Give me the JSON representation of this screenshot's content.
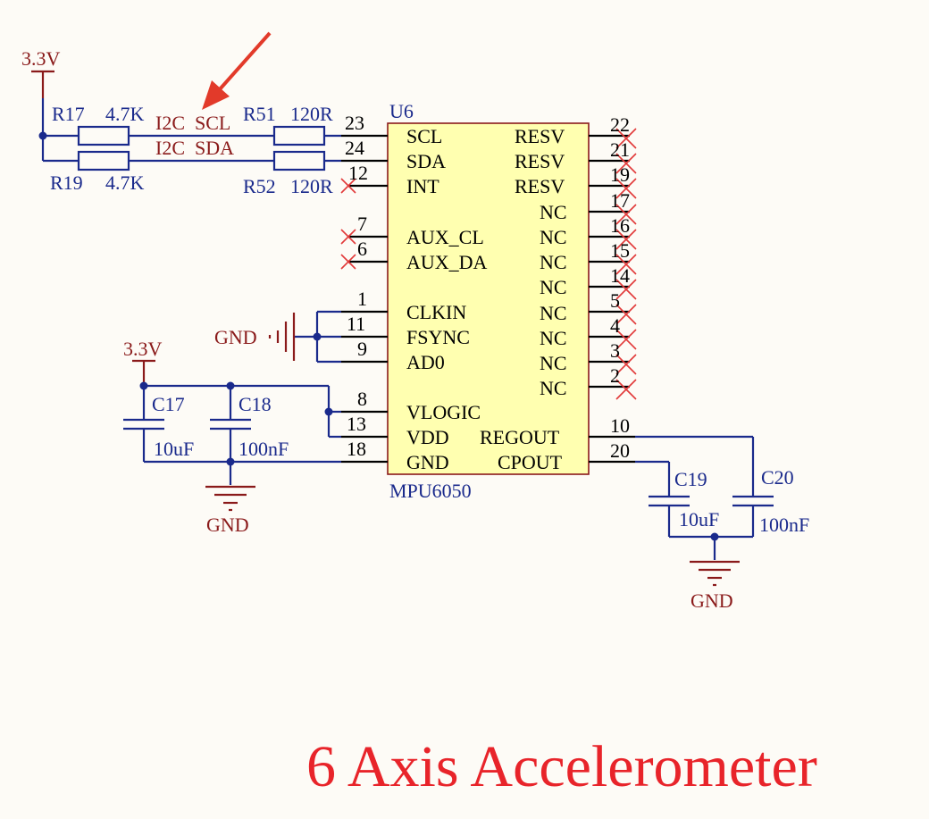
{
  "title": "6 Axis Accelerometer",
  "chip": {
    "ref": "U6",
    "part": "MPU6050",
    "left_pins": [
      {
        "num": "23",
        "name": "SCL"
      },
      {
        "num": "24",
        "name": "SDA"
      },
      {
        "num": "12",
        "name": "INT"
      },
      {
        "num": "7",
        "name": "AUX_CL"
      },
      {
        "num": "6",
        "name": "AUX_DA"
      },
      {
        "num": "1",
        "name": "CLKIN"
      },
      {
        "num": "11",
        "name": "FSYNC"
      },
      {
        "num": "9",
        "name": "AD0"
      },
      {
        "num": "8",
        "name": "VLOGIC"
      },
      {
        "num": "13",
        "name": "VDD"
      },
      {
        "num": "18",
        "name": "GND"
      }
    ],
    "right_pins": [
      {
        "num": "22",
        "name": "RESV"
      },
      {
        "num": "21",
        "name": "RESV"
      },
      {
        "num": "19",
        "name": "RESV"
      },
      {
        "num": "17",
        "name": "NC"
      },
      {
        "num": "16",
        "name": "NC"
      },
      {
        "num": "15",
        "name": "NC"
      },
      {
        "num": "14",
        "name": "NC"
      },
      {
        "num": "5",
        "name": "NC"
      },
      {
        "num": "4",
        "name": "NC"
      },
      {
        "num": "3",
        "name": "NC"
      },
      {
        "num": "2",
        "name": "NC"
      },
      {
        "num": "10",
        "name": "REGOUT"
      },
      {
        "num": "20",
        "name": "CPOUT"
      }
    ]
  },
  "resistors": {
    "r17": {
      "ref": "R17",
      "value": "4.7K"
    },
    "r19": {
      "ref": "R19",
      "value": "4.7K"
    },
    "r51": {
      "ref": "R51",
      "value": "120R"
    },
    "r52": {
      "ref": "R52",
      "value": "120R"
    }
  },
  "nets": {
    "scl": "I2C  SCL",
    "sda": "I2C  SDA"
  },
  "capacitors": {
    "c17": {
      "ref": "C17",
      "value": "10uF"
    },
    "c18": {
      "ref": "C18",
      "value": "100nF"
    },
    "c19": {
      "ref": "C19",
      "value": "10uF"
    },
    "c20": {
      "ref": "C20",
      "value": "100nF"
    }
  },
  "power": {
    "vcc_top": "3.3V",
    "vcc_mid": "3.3V",
    "gnd_left": "GND",
    "gnd_mid": "GND",
    "gnd_right": "GND"
  },
  "colors": {
    "wire": "#1a2a8c",
    "power": "#8a1a1a",
    "chip_fill": "#ffffb0",
    "title": "#e8242a",
    "arrow": "#e23a2a"
  }
}
